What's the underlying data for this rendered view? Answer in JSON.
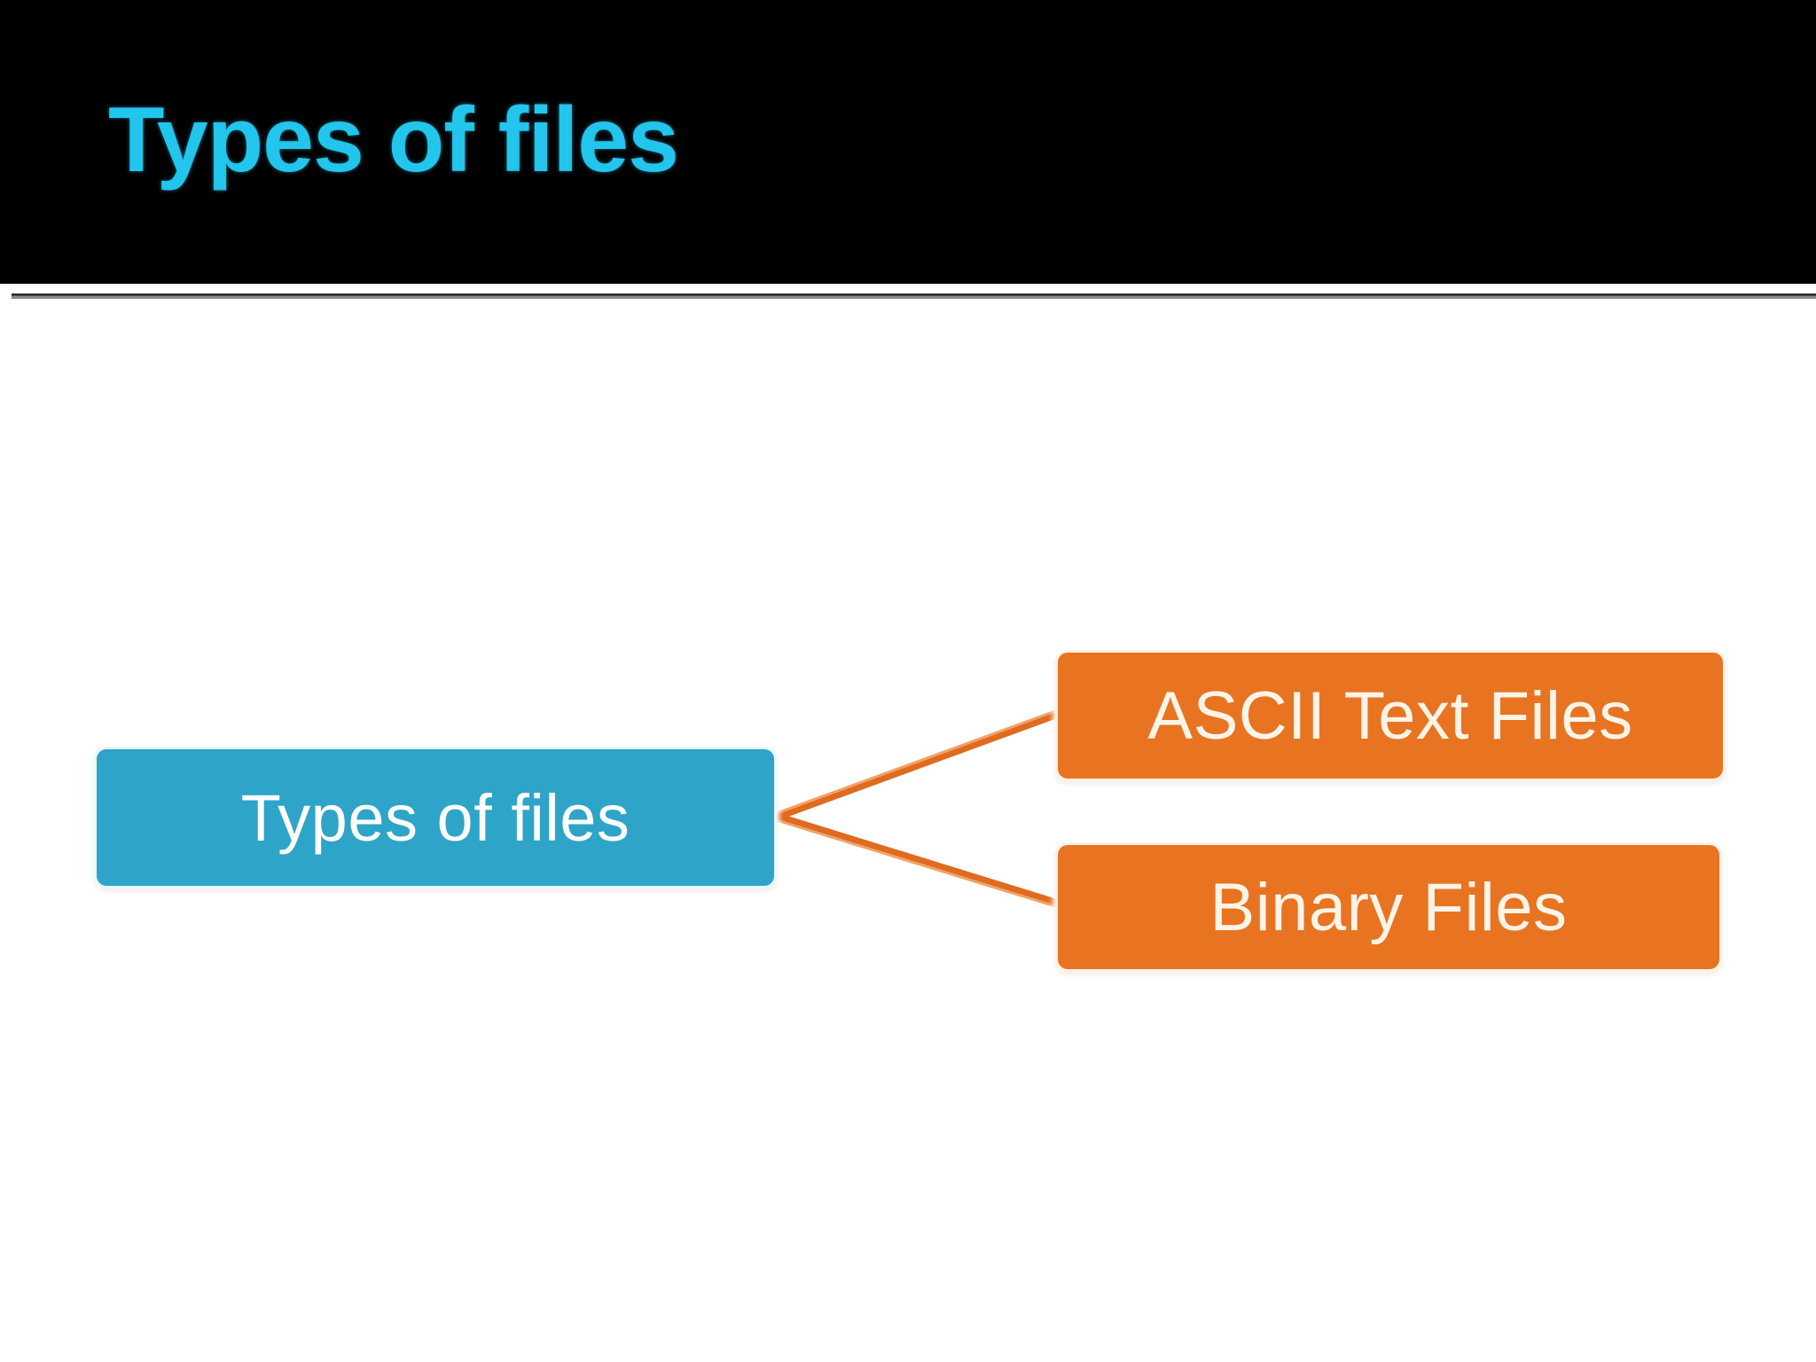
{
  "slide": {
    "title": "Types of files",
    "title_color": "#22c5ec",
    "header_background": "#000000",
    "background": "#ffffff",
    "rule_color": "#2b2b2b"
  },
  "diagram": {
    "type": "tree",
    "orientation": "left-to-right",
    "root": {
      "label": "Types of files",
      "fill": "#2ea4c8",
      "text_color": "#ffffff"
    },
    "children": [
      {
        "label": "ASCII Text Files",
        "fill": "#e87422",
        "text_color": "#fdf4e8"
      },
      {
        "label": "Binary Files",
        "fill": "#e87422",
        "text_color": "#fdf4e8"
      }
    ],
    "connector_color": "#e06a1f"
  }
}
